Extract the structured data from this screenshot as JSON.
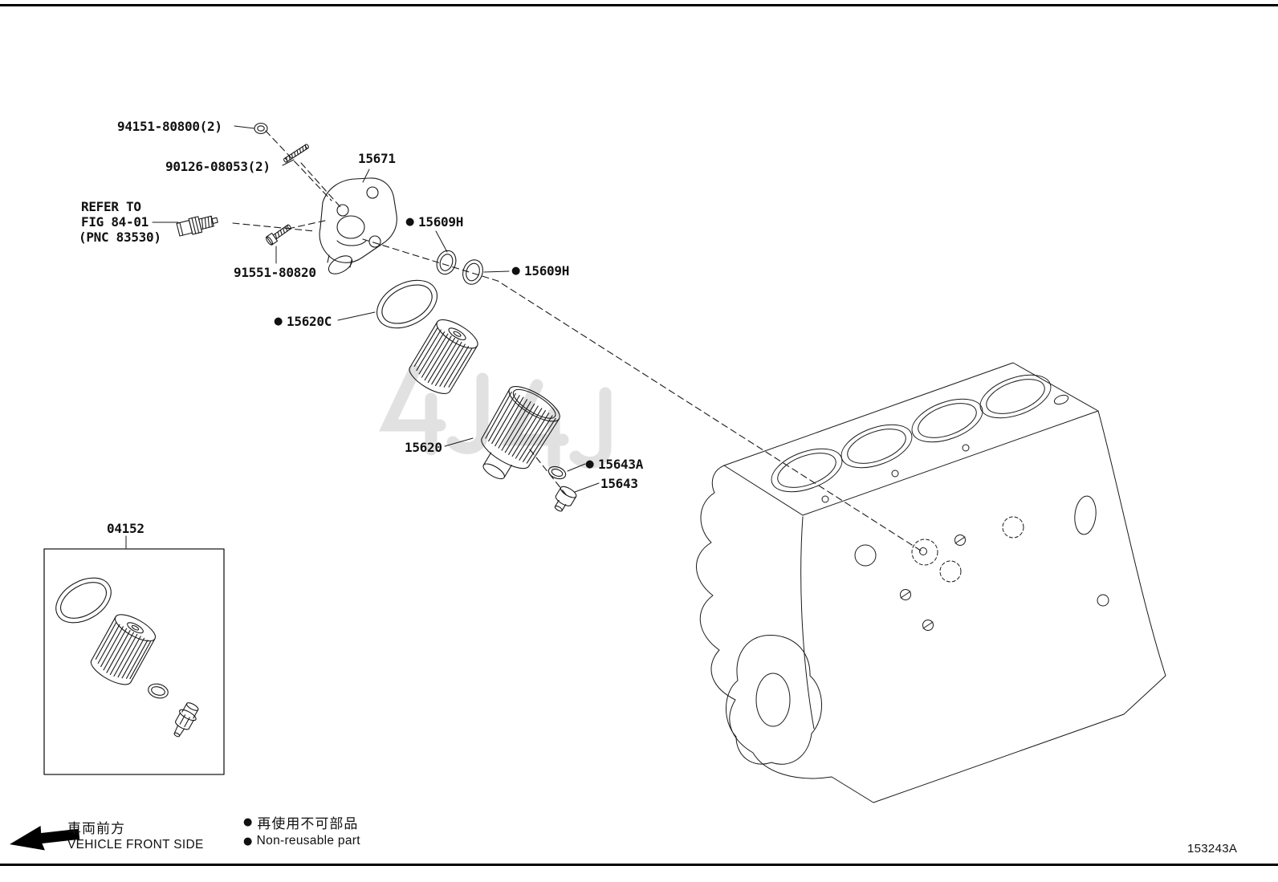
{
  "marker": "●",
  "labels": {
    "part_94151": "94151-80800(2)",
    "part_90126": "90126-08053(2)",
    "part_15671": "15671",
    "refer_1": "REFER TO",
    "refer_2": "FIG 84-01",
    "refer_3": "(PNC 83530)",
    "part_91551": "91551-80820",
    "part_15609h_a": "15609H",
    "part_15609h_b": "15609H",
    "part_15620c": "15620C",
    "part_15620": "15620",
    "part_15643a": "15643A",
    "part_15643": "15643",
    "part_04152": "04152"
  },
  "front_side": {
    "jp": "車両前方",
    "en": "VEHICLE FRONT SIDE"
  },
  "legend": {
    "jp": "再使用不可部品",
    "en": "Non-reusable part"
  },
  "footer": {
    "code": "153243A"
  }
}
